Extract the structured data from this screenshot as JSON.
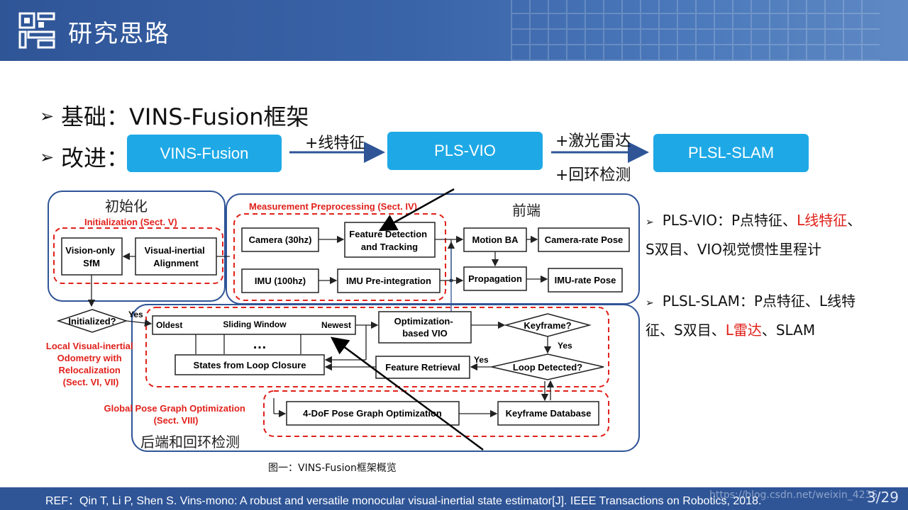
{
  "header": {
    "title": "研究思路"
  },
  "bullets": {
    "basis": "基础：VINS-Fusion框架",
    "improve": "改进："
  },
  "pipeline": {
    "step1": "VINS-Fusion",
    "step2": "PLS-VIO",
    "step3": "PLSL-SLAM",
    "arrow1_label": "+线特征",
    "arrow2_label_top": "+激光雷达",
    "arrow2_label_bottom": "+回环检测",
    "accent": "#1ea9e6"
  },
  "diagram": {
    "group_init": "初始化",
    "group_frontend": "前端",
    "group_backend": "后端和回环检测",
    "sec_init": "Initialization (Sect. V)",
    "sec_measure": "Measurement Preprocessing (Sect. IV)",
    "sec_local": [
      "Local Visual-inertial",
      "Odometry with",
      "Relocalization",
      "(Sect. VI, VII)"
    ],
    "sec_global": [
      "Global Pose Graph Optimization",
      "(Sect. VIII)"
    ],
    "vision_only": [
      "Vision-only",
      "SfM"
    ],
    "vi_align": [
      "Visual-inertial",
      "Alignment"
    ],
    "camera": "Camera (30hz)",
    "imu": "IMU (100hz)",
    "feature_det": [
      "Feature Detection",
      "and Tracking"
    ],
    "imu_preint": "IMU Pre-integration",
    "motion_ba": "Motion BA",
    "cam_pose": "Camera-rate Pose",
    "propagation": "Propagation",
    "imu_pose": "IMU-rate Pose",
    "initialized": "Initialized?",
    "yes1": "Yes",
    "sw_oldest": "Oldest",
    "sw_title": "Sliding Window",
    "sw_newest": "Newest",
    "dots": "…",
    "loop_states": "States from Loop Closure",
    "opt_vio": [
      "Optimization-",
      "based VIO"
    ],
    "keyframe_q": "Keyframe?",
    "yes2": "Yes",
    "loop_q": "Loop Detected?",
    "yes3": "Yes",
    "feature_ret": "Feature Retrieval",
    "pose_graph": "4-DoF Pose Graph Optimization",
    "kf_db": "Keyframe Database",
    "red": "#e0211b",
    "blue": "#2f5597"
  },
  "right": {
    "p1_a": "PLS-VIO：P点特征、",
    "p1_red": "L线特征",
    "p1_b": "、",
    "p1_c": "S双目、VIO视觉惯性里程计",
    "p2_a": "PLSL-SLAM：P点特征、L线特",
    "p2_b": "征、S双目、",
    "p2_red": "L雷达",
    "p2_c": "、SLAM"
  },
  "caption": "图一：VINS-Fusion框架概览",
  "footer": {
    "ref": "REF：Qin T, Li P, Shen S. Vins-mono: A robust and versatile monocular visual-inertial state estimator[J]. IEEE Transactions on Robotics, 2018.",
    "watermark": "https://blog.csdn.net/weixin_4235",
    "page": "3/29"
  }
}
